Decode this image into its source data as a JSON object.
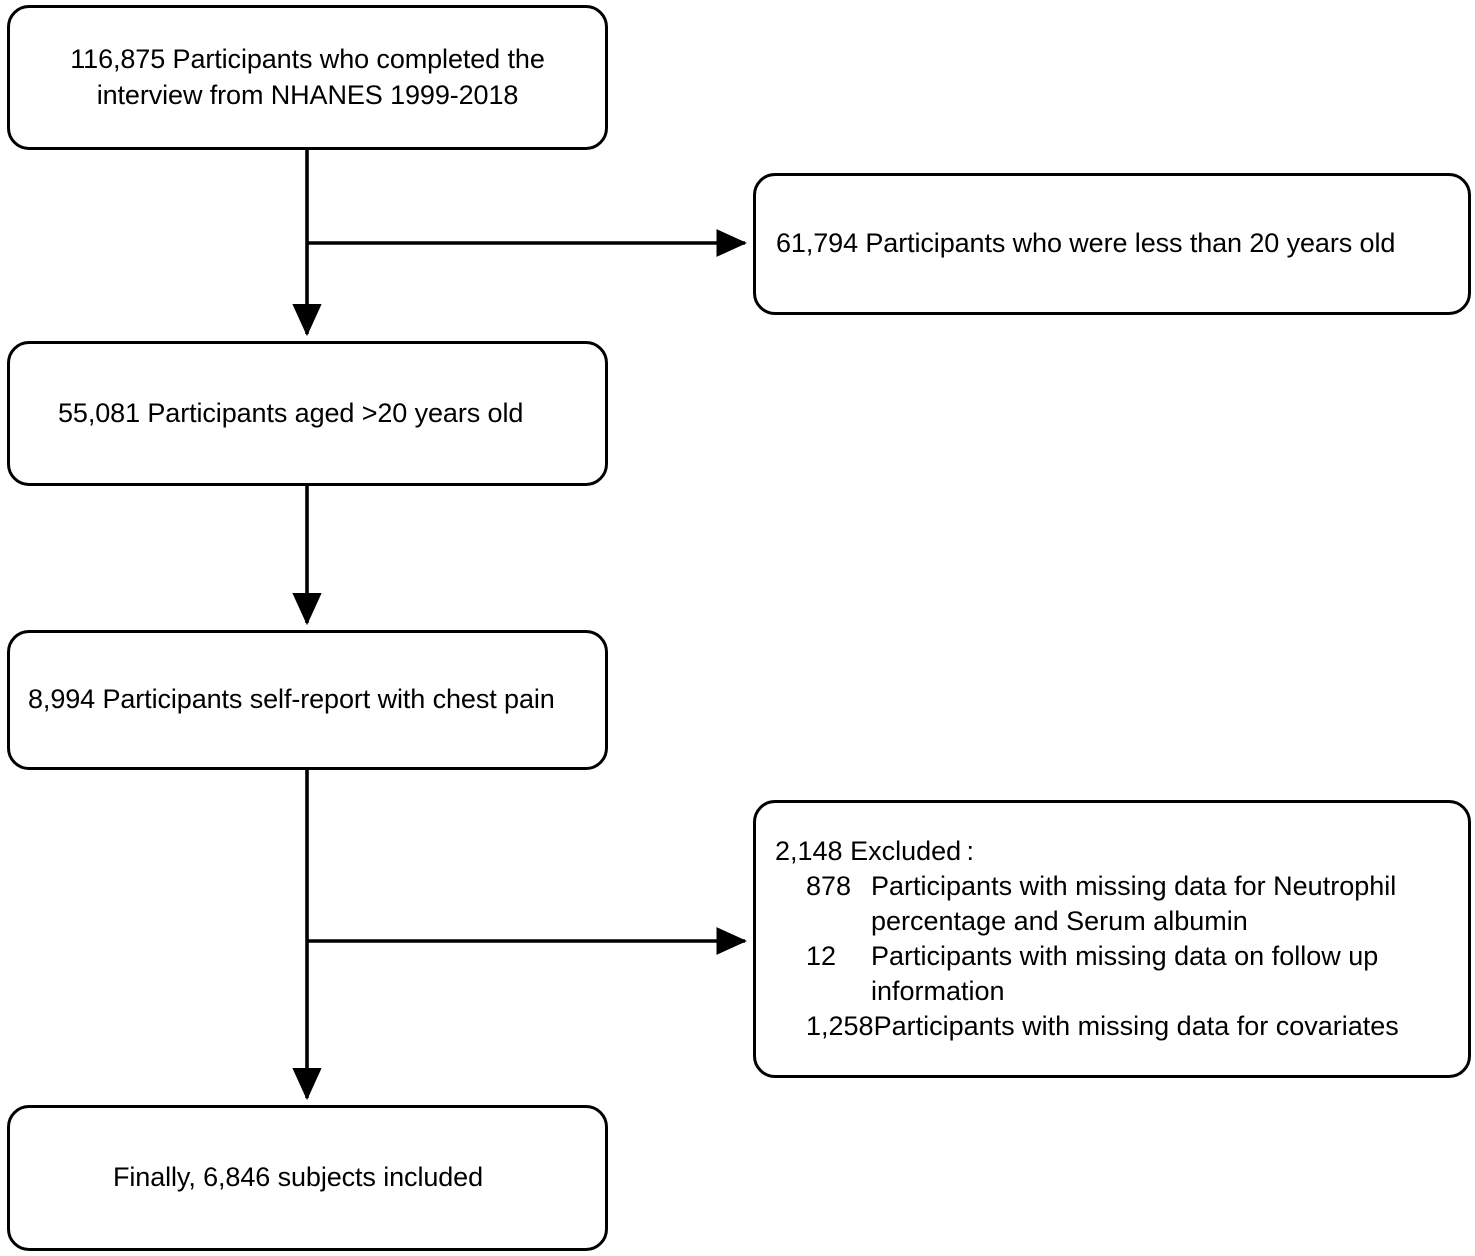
{
  "diagram": {
    "type": "participant-flow-chart",
    "title": "NHANES participant selection flowchart",
    "stroke_color": "#000000",
    "background_color": "#ffffff",
    "text_color": "#000000"
  },
  "nodes": {
    "enrolled": {
      "text": "116,875 Participants who completed the\ninterview from NHANES 1999-2018",
      "count": "116,875"
    },
    "excluded_age": {
      "text": "61,794 Participants who were less than 20 years old",
      "count": "61,794"
    },
    "adults": {
      "text": "55,081 Participants aged >20 years old",
      "count": "55,081"
    },
    "chest_pain": {
      "text": "8,994 Participants self-report with chest pain",
      "count": "8,994"
    },
    "excluded_detail": {
      "title": "2,148 Excluded :",
      "total": "2,148",
      "reasons": [
        {
          "count": "878",
          "description": "Participants with missing data for Neutrophil percentage and Serum albumin"
        },
        {
          "count": "12",
          "description": "Participants with missing data on follow up information"
        },
        {
          "count": "1,258",
          "description": "Participants with missing data for covariates"
        }
      ]
    },
    "final": {
      "text": "Finally, 6,846 subjects included",
      "count": "6,846"
    }
  },
  "connectors": [
    {
      "name": "enrolled-to-adults",
      "from": "enrolled",
      "to": "adults",
      "direction": "down"
    },
    {
      "name": "enrolled-to-excluded-age",
      "from": "enrolled",
      "to": "excluded_age",
      "direction": "right"
    },
    {
      "name": "adults-to-chest-pain",
      "from": "adults",
      "to": "chest_pain",
      "direction": "down"
    },
    {
      "name": "chest-pain-to-final",
      "from": "chest_pain",
      "to": "final",
      "direction": "down"
    },
    {
      "name": "chest-pain-to-excluded-detail",
      "from": "chest_pain",
      "to": "excluded_detail",
      "direction": "right"
    }
  ]
}
